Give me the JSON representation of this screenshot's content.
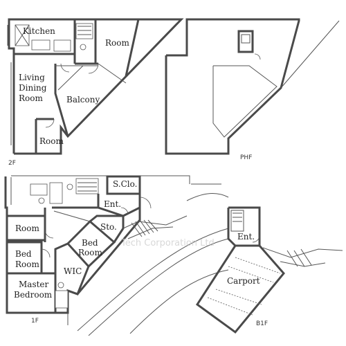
{
  "floors": {
    "second": {
      "label": "2F",
      "rooms": {
        "kitchen": "Kitchen",
        "room_top": "Room",
        "living_line1": "Living",
        "living_line2": "Dining",
        "living_line3": "Room",
        "balcony": "Balcony",
        "room_bottom": "Room"
      }
    },
    "penthouse": {
      "label": "PHF"
    },
    "first": {
      "label": "1F",
      "rooms": {
        "storage_closet": "S.Clo.",
        "entrance": "Ent.",
        "storage": "Sto.",
        "room": "Room",
        "bed_room_a_line1": "Bed",
        "bed_room_a_line2": "Room",
        "bed_room_b_line1": "Bed",
        "bed_room_b_line2": "Room",
        "wic": "WIC",
        "master_line1": "Master",
        "master_line2": "Bedroom"
      }
    },
    "basement": {
      "label": "B1F",
      "rooms": {
        "entrance": "Ent.",
        "carport": "Carport"
      }
    }
  },
  "watermark": "Tech Corporation Ltd"
}
